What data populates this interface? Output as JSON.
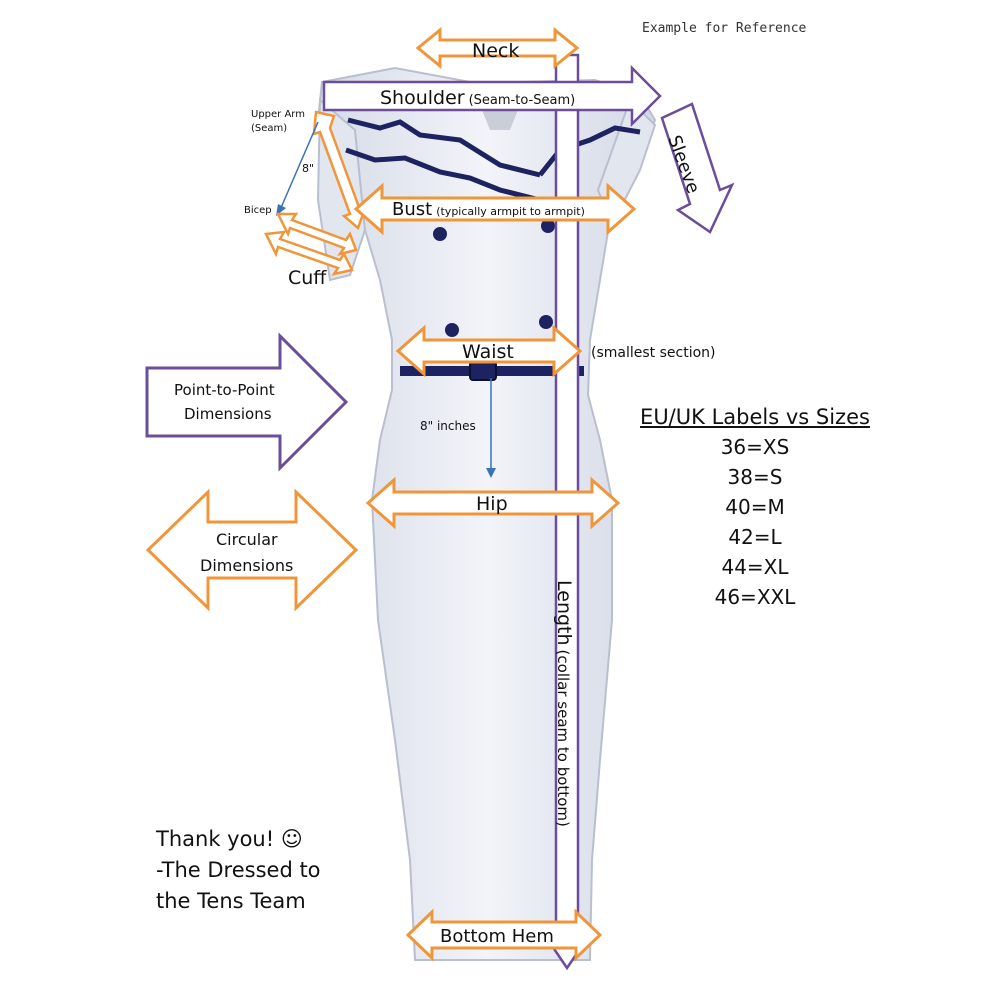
{
  "reference_note": "Example for Reference",
  "labels": {
    "neck": "Neck",
    "shoulder": "Shoulder",
    "shoulder_note": "(Seam-to-Seam)",
    "sleeve": "Sleeve",
    "upper_arm_line1": "Upper Arm",
    "upper_arm_line2": "(Seam)",
    "eight_in": "8\"",
    "bicep": "Bicep",
    "cuff": "Cuff",
    "bust": "Bust",
    "bust_note": "(typically armpit to armpit)",
    "waist": "Waist",
    "waist_note": "(smallest section)",
    "eight_inches": "8\" inches",
    "hip": "Hip",
    "length": "Length",
    "length_note": "(collar seam to bottom)",
    "bottom_hem": "Bottom Hem"
  },
  "legend": {
    "point_to_point_line1": "Point-to-Point",
    "point_to_point_line2": "Dimensions",
    "circular_line1": "Circular",
    "circular_line2": "Dimensions"
  },
  "size_table": {
    "title": "EU/UK Labels vs Sizes",
    "rows": [
      "36=XS",
      "38=S",
      "40=M",
      "42=L",
      "44=XL",
      "46=XXL"
    ]
  },
  "thanks": {
    "line1": "Thank you! ☺",
    "line2": "-The Dressed to",
    "line3": "the Tens Team"
  },
  "colors": {
    "orange": "#f0963a",
    "purple": "#6b4d9a",
    "navy": "#1c2360",
    "blue": "#3a73b6",
    "dress": "#e9ecf4"
  }
}
